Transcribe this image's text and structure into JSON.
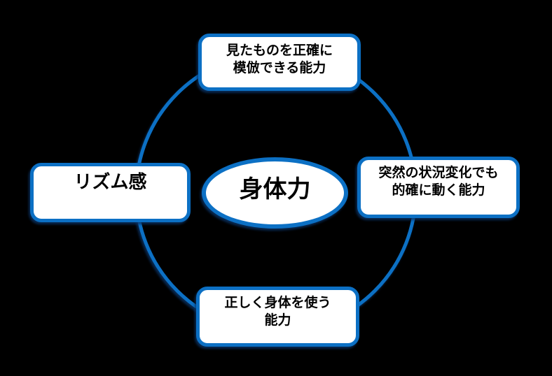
{
  "colors": {
    "background": "#000000",
    "accent": "#0c70c4",
    "node_fill": "#ffffff",
    "label_text": "#000000"
  },
  "center": {
    "label": "身体力"
  },
  "boxes": {
    "top": {
      "lines": [
        "見たものを正確に",
        "模倣できる能力"
      ]
    },
    "right": {
      "lines": [
        "突然の状況変化でも",
        "的確に動く能力"
      ]
    },
    "bottom": {
      "lines": [
        "正しく身体を使う",
        "能力"
      ]
    },
    "left": {
      "lines": [
        "リズム感"
      ]
    }
  }
}
